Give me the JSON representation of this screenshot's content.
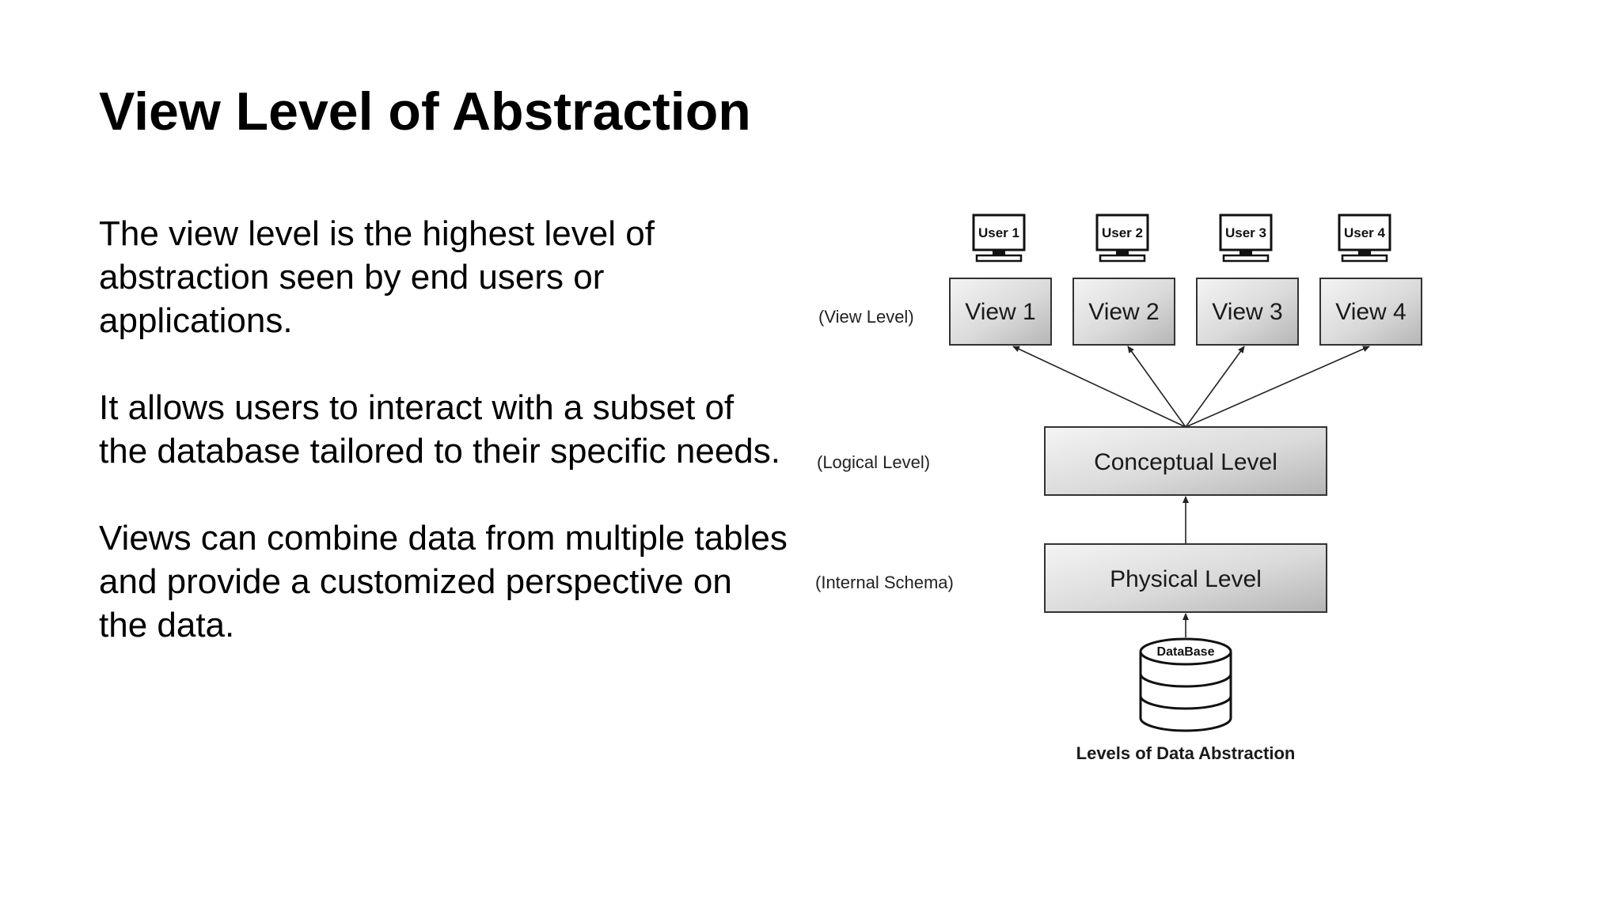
{
  "slide": {
    "title": "View Level of Abstraction",
    "paragraphs": [
      "The view level is the highest level of abstraction seen by end users or applications.",
      "It allows users to interact with a subset of the database tailored to their specific needs.",
      "Views can combine data from multiple tables and provide a customized perspective on the data."
    ]
  },
  "diagram": {
    "caption": "Levels of Data Abstraction",
    "side_labels": {
      "view": "(View Level)",
      "logical": "(Logical Level)",
      "internal": "(Internal Schema)"
    },
    "users": [
      "User 1",
      "User 2",
      "User 3",
      "User 4"
    ],
    "views": [
      "View 1",
      "View 2",
      "View 3",
      "View 4"
    ],
    "conceptual": "Conceptual Level",
    "physical": "Physical Level",
    "database": "DataBase",
    "colors": {
      "box_light": "#f2f2f2",
      "box_dark": "#b8b8b8",
      "stroke": "#333333"
    },
    "icons": [
      "monitor-icon",
      "database-icon",
      "arrow-up-icon"
    ]
  }
}
